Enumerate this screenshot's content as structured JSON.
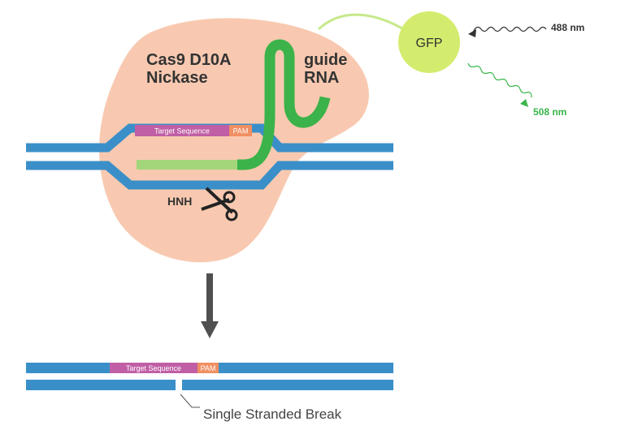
{
  "labels": {
    "protein": [
      "Cas9 D10A",
      "Nickase"
    ],
    "guide": [
      "guide",
      "RNA"
    ],
    "gfp": "GFP",
    "excitation": "488 nm",
    "emission": "508 nm",
    "target_top": "Target Sequence",
    "pam_top": "PAM",
    "hnh": "HNH",
    "target_bottom": "Target Sequence",
    "pam_bottom": "PAM",
    "break_caption": "Single Stranded Break"
  },
  "colors": {
    "dna": "#3a8fc8",
    "protein": "#f8c9b0",
    "guide_rna": "#3cb34a",
    "target_strand": "#a3d67b",
    "gfp": "#d4ec6e",
    "gfp_tether": "#c6e98a",
    "target_seq": "#c05fa5",
    "pam": "#f08f62",
    "arrow": "#505050",
    "emission_text": "#3ab54a",
    "text": "#333333"
  },
  "icons": {
    "scissors": "scissors-icon",
    "arrow": "arrow-down-icon"
  }
}
